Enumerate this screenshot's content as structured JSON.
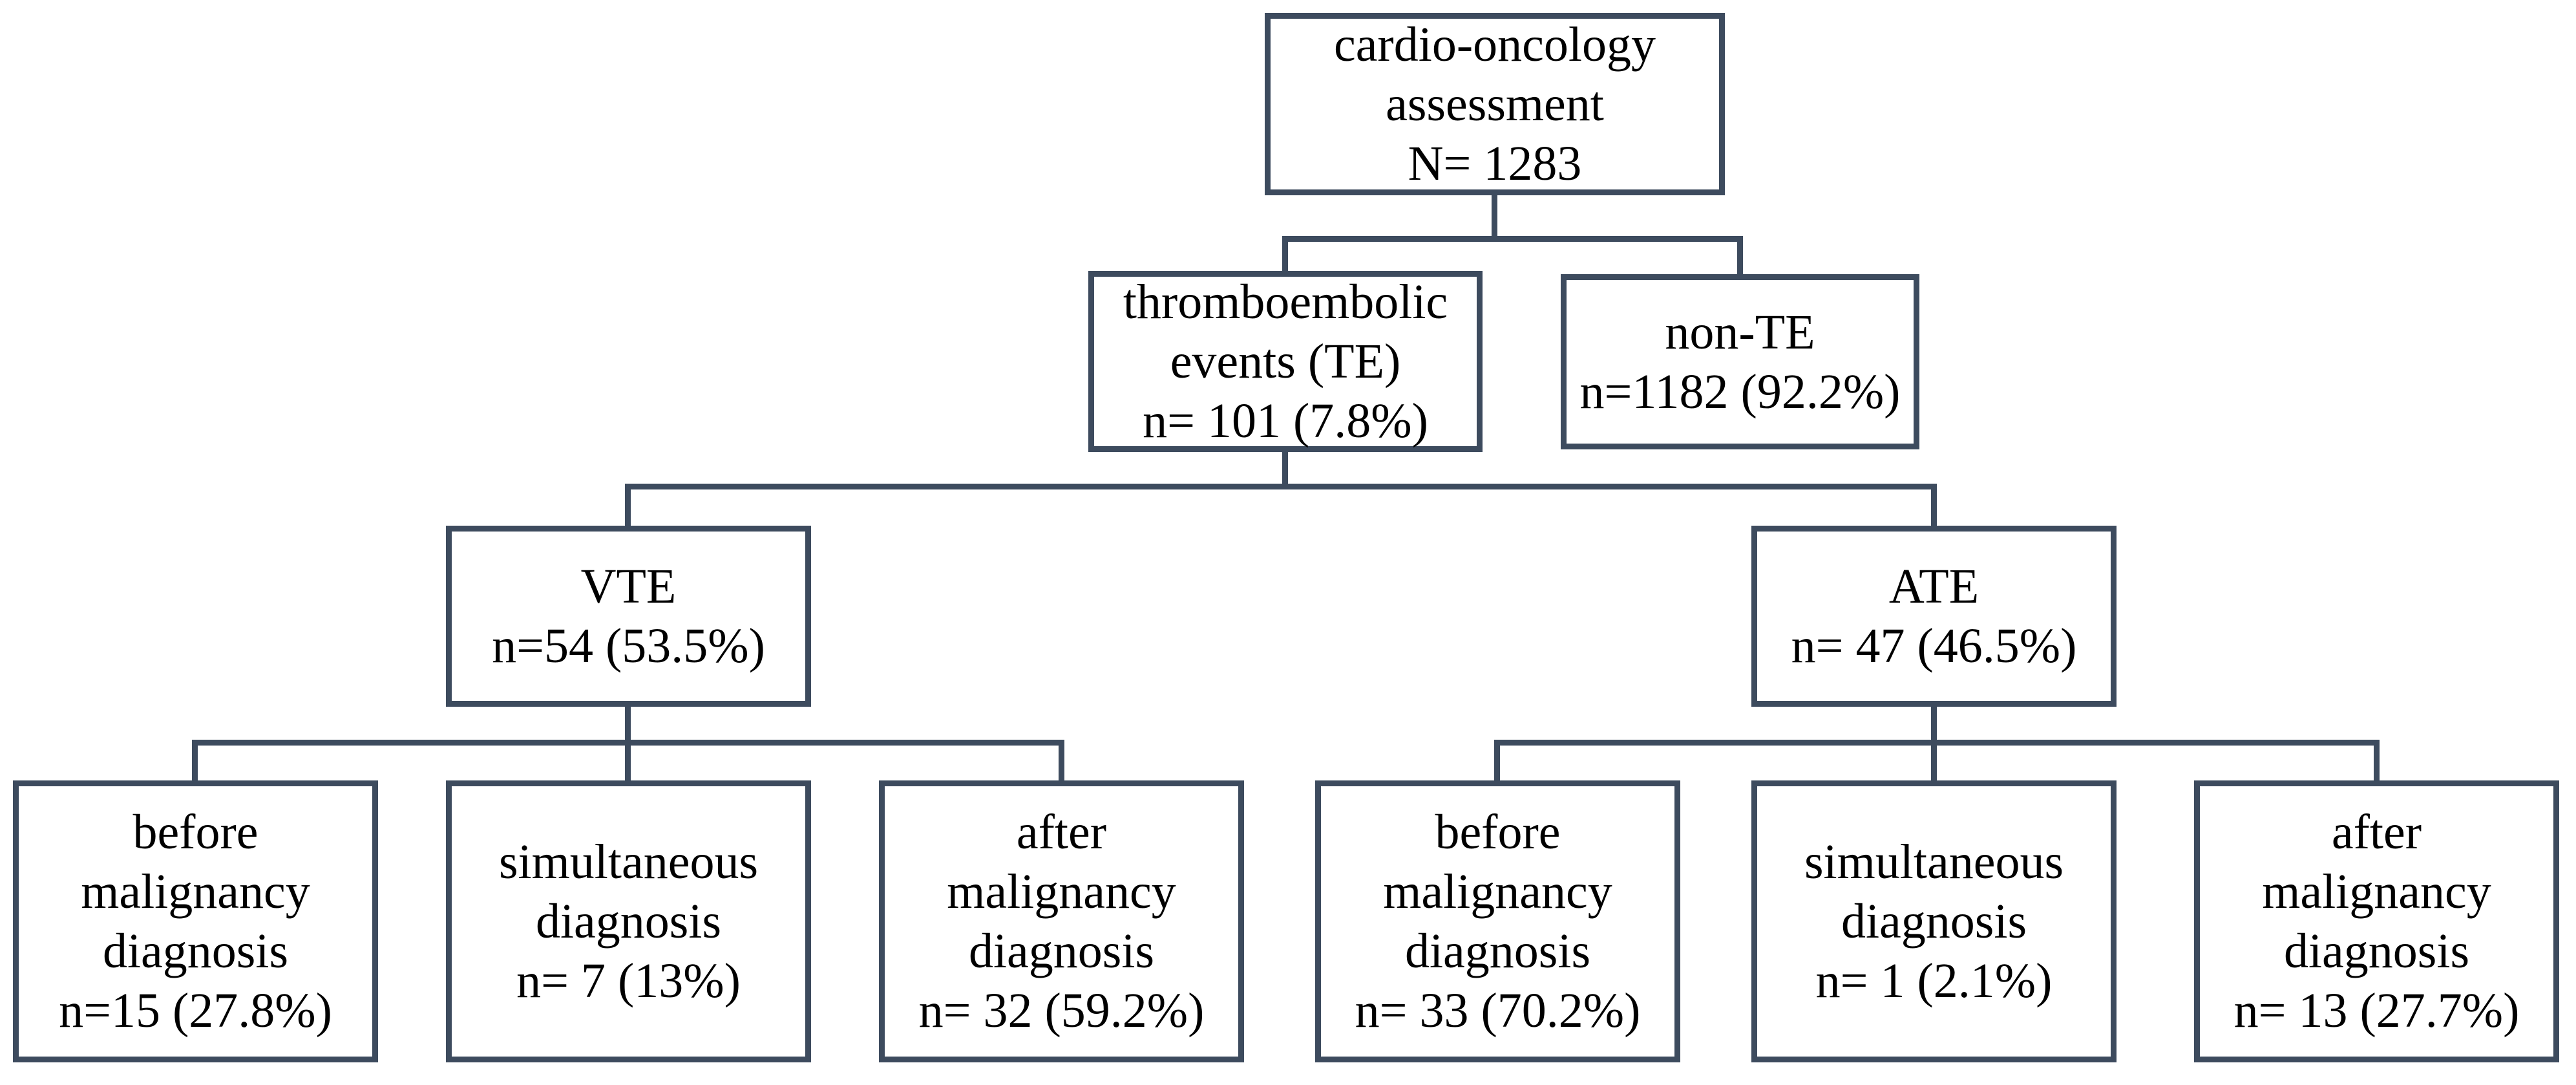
{
  "diagram": {
    "type": "flowchart",
    "title": "cardio-oncology assessment thromboembolic events flowchart",
    "background": "#ffffff",
    "colors": {
      "line": "#3d4b5e",
      "text": "#000000",
      "node_fill": "#ffffff"
    },
    "nodes": {
      "root": {
        "lines": [
          "cardio-oncology",
          "assessment",
          "N= 1283"
        ]
      },
      "te": {
        "lines": [
          "thromboembolic",
          "events (TE)",
          "n= 101 (7.8%)"
        ]
      },
      "non_te": {
        "lines": [
          "non-TE",
          "n=1182 (92.2%)"
        ]
      },
      "vte": {
        "lines": [
          "VTE",
          "n=54 (53.5%)"
        ]
      },
      "ate": {
        "lines": [
          "ATE",
          "n= 47 (46.5%)"
        ]
      },
      "vte_before": {
        "lines": [
          "before",
          "malignancy",
          "diagnosis",
          "n=15 (27.8%)"
        ]
      },
      "vte_simultaneous": {
        "lines": [
          "simultaneous",
          "diagnosis",
          "n= 7 (13%)"
        ]
      },
      "vte_after": {
        "lines": [
          "after",
          "malignancy",
          "diagnosis",
          "n= 32 (59.2%)"
        ]
      },
      "ate_before": {
        "lines": [
          "before",
          "malignancy",
          "diagnosis",
          "n= 33 (70.2%)"
        ]
      },
      "ate_simultaneous": {
        "lines": [
          "simultaneous",
          "diagnosis",
          "n= 1 (2.1%)"
        ]
      },
      "ate_after": {
        "lines": [
          "after",
          "malignancy",
          "diagnosis",
          "n= 13 (27.7%)"
        ]
      }
    },
    "edges": [
      [
        "root",
        "te"
      ],
      [
        "root",
        "non_te"
      ],
      [
        "te",
        "vte"
      ],
      [
        "te",
        "ate"
      ],
      [
        "vte",
        "vte_before"
      ],
      [
        "vte",
        "vte_simultaneous"
      ],
      [
        "vte",
        "vte_after"
      ],
      [
        "ate",
        "ate_before"
      ],
      [
        "ate",
        "ate_simultaneous"
      ],
      [
        "ate",
        "ate_after"
      ]
    ]
  }
}
